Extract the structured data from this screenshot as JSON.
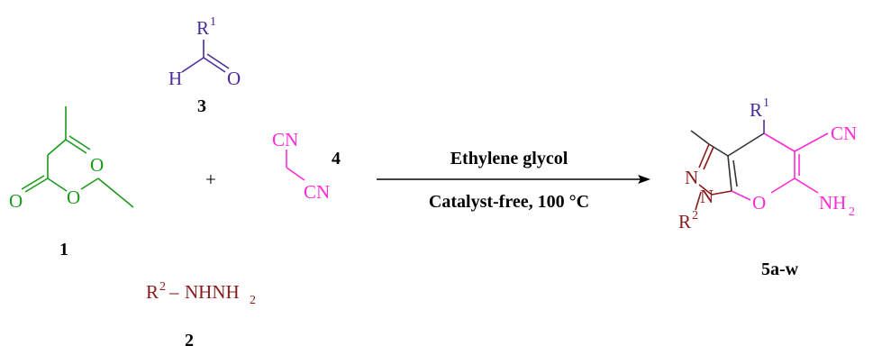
{
  "colors": {
    "green": "#1a9a1a",
    "purple": "#4b2a9a",
    "magenta": "#ff2bd6",
    "darkred": "#8b1a1a",
    "black": "#000000"
  },
  "compound1": {
    "number": "1",
    "atom_o1": "O",
    "atom_o2": "O",
    "atom_o3": "O"
  },
  "compound2": {
    "number": "2",
    "r_label": "R",
    "r_sup": "2",
    "dash": "–",
    "group": "NHNH",
    "sub": "2"
  },
  "compound3": {
    "number": "3",
    "r_label": "R",
    "r_sup": "1",
    "atom_h": "H",
    "atom_o": "O"
  },
  "compound4": {
    "number": "4",
    "cn_top": "CN",
    "cn_bottom": "CN"
  },
  "plus": "+",
  "arrow": {
    "above": "Ethylene glycol",
    "below": "Catalyst-free, 100 °C"
  },
  "product": {
    "number": "5a-w",
    "r1_label": "R",
    "r1_sup": "1",
    "cn": "CN",
    "atom_n1": "N",
    "atom_n2": "N",
    "atom_o": "O",
    "nh_label": "NH",
    "nh_sub": "2",
    "r2_label": "R",
    "r2_sup": "2"
  }
}
